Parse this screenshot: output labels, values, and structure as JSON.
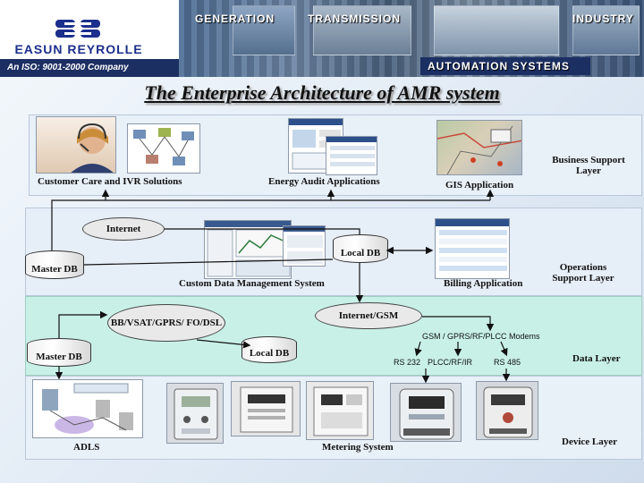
{
  "banner": {
    "company_name": "EASUN REYROLLE",
    "iso_text": "An ISO: 9001-2000 Company",
    "words": [
      "GENERATION",
      "TRANSMISSION",
      "INDUSTRY",
      "AUTOMATION SYSTEMS"
    ]
  },
  "title": "The Enterprise Architecture of AMR system",
  "business_layer": {
    "layer_label": "Business Support Layer",
    "apps": [
      "Customer Care and IVR Solutions",
      "Energy Audit Applications",
      "GIS Application"
    ]
  },
  "operations_layer": {
    "layer_label": "Operations Support Layer",
    "internet": "Internet",
    "master_db": "Master DB",
    "local_db": "Local DB",
    "cdms": "Custom Data Management System",
    "billing": "Billing Application"
  },
  "data_layer": {
    "layer_label": "Data Layer",
    "bb_cloud": "BB/VSAT/GPRS/ FO/DSL",
    "internet_gsm": "Internet/GSM",
    "master_db": "Master DB",
    "local_db": "Local DB",
    "modems": "GSM / GPRS/RF/PLCC Modems",
    "ports": [
      "RS 232",
      "PLCC/RF/IR",
      "RS 485"
    ]
  },
  "device_layer": {
    "layer_label": "Device Layer",
    "adls": "ADLS",
    "metering": "Metering System"
  },
  "colors": {
    "banner_navy": "#1c2f63",
    "data_layer_mint": "#c8f0e6",
    "layer_blue": "#e8f0f8"
  }
}
